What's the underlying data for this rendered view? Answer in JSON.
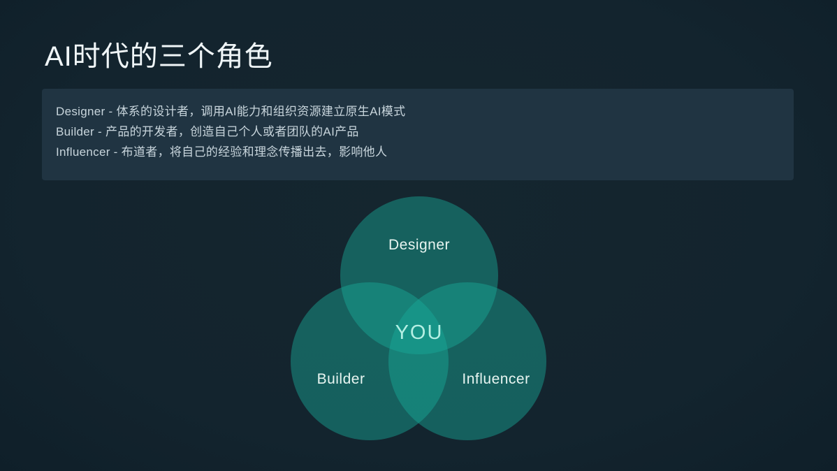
{
  "slide": {
    "title": "AI时代的三个角色"
  },
  "info_box": {
    "lines": [
      "Designer - 体系的设计者，调用AI能力和组织资源建立原生AI模式",
      "Builder - 产品的开发者，创造自己个人或者团队的AI产品",
      "Influencer - 布道者，将自己的经验和理念传播出去，影响他人"
    ]
  },
  "venn": {
    "center_label": "YOU",
    "sets": [
      {
        "label": "Designer"
      },
      {
        "label": "Builder"
      },
      {
        "label": "Influencer"
      }
    ]
  },
  "colors": {
    "background": "#13242e",
    "panel_background": "#203442",
    "circle_fill": "rgba(24,170,153,0.45)",
    "single_region": "#146060",
    "pair_region": "#15817a",
    "triple_region": "#169387",
    "title_text": "#f0f6f8",
    "panel_text": "#c8d5dc",
    "venn_label_text": "#e8f5f1",
    "center_label_text": "#b4efe3"
  }
}
